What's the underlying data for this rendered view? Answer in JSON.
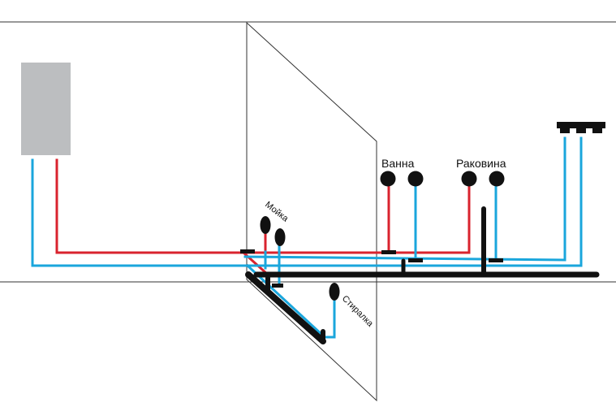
{
  "labels": {
    "bath": "Ванна",
    "sink": "Раковина",
    "kitchen_sink": "Мойка",
    "washer": "Стиралка"
  },
  "colors": {
    "hot_pipe": "#d9232e",
    "cold_pipe": "#1aa6dc",
    "drain_pipe": "#111111",
    "boiler": "#bcbec0",
    "wall_line": "#333333",
    "background": "#ffffff"
  },
  "icons": {
    "boiler": "water-heater-icon",
    "fixture_tap": "tap-point-icon",
    "collector": "collector-manifold-icon"
  }
}
